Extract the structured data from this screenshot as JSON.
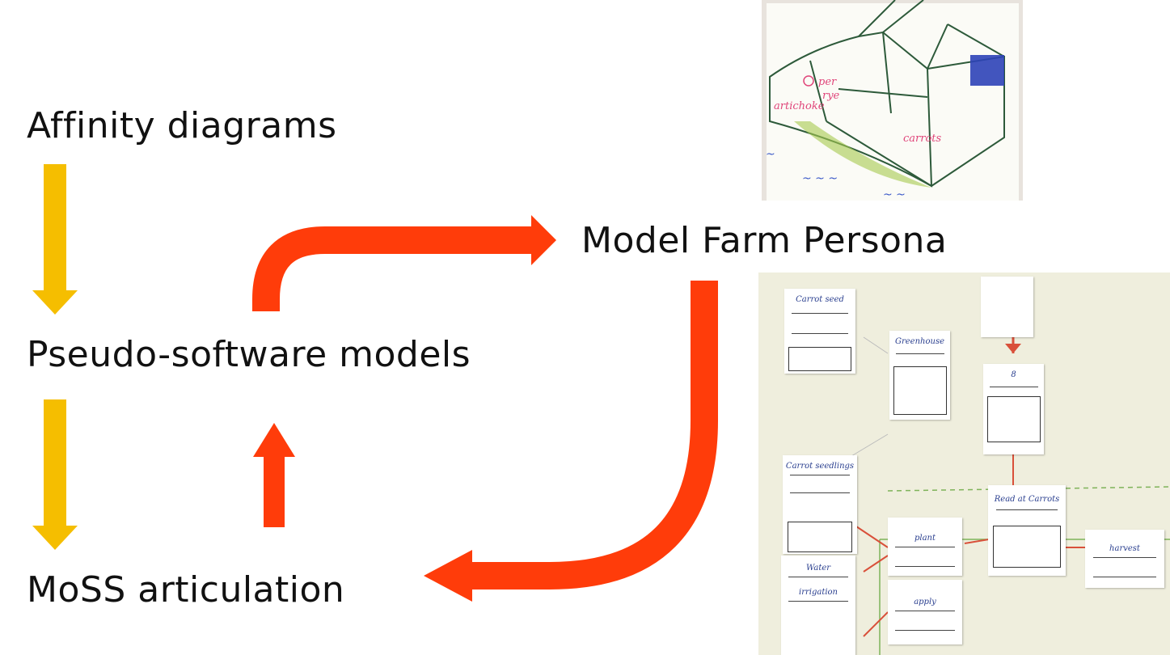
{
  "labels": {
    "affinity": "Affinity diagrams",
    "pseudo": "Pseudo-software models",
    "moss": "MoSS articulation",
    "persona": "Model Farm Persona"
  },
  "colors": {
    "down_arrow": "#f5be00",
    "flow_arrow": "#ff3c0a",
    "text": "#111111"
  }
}
